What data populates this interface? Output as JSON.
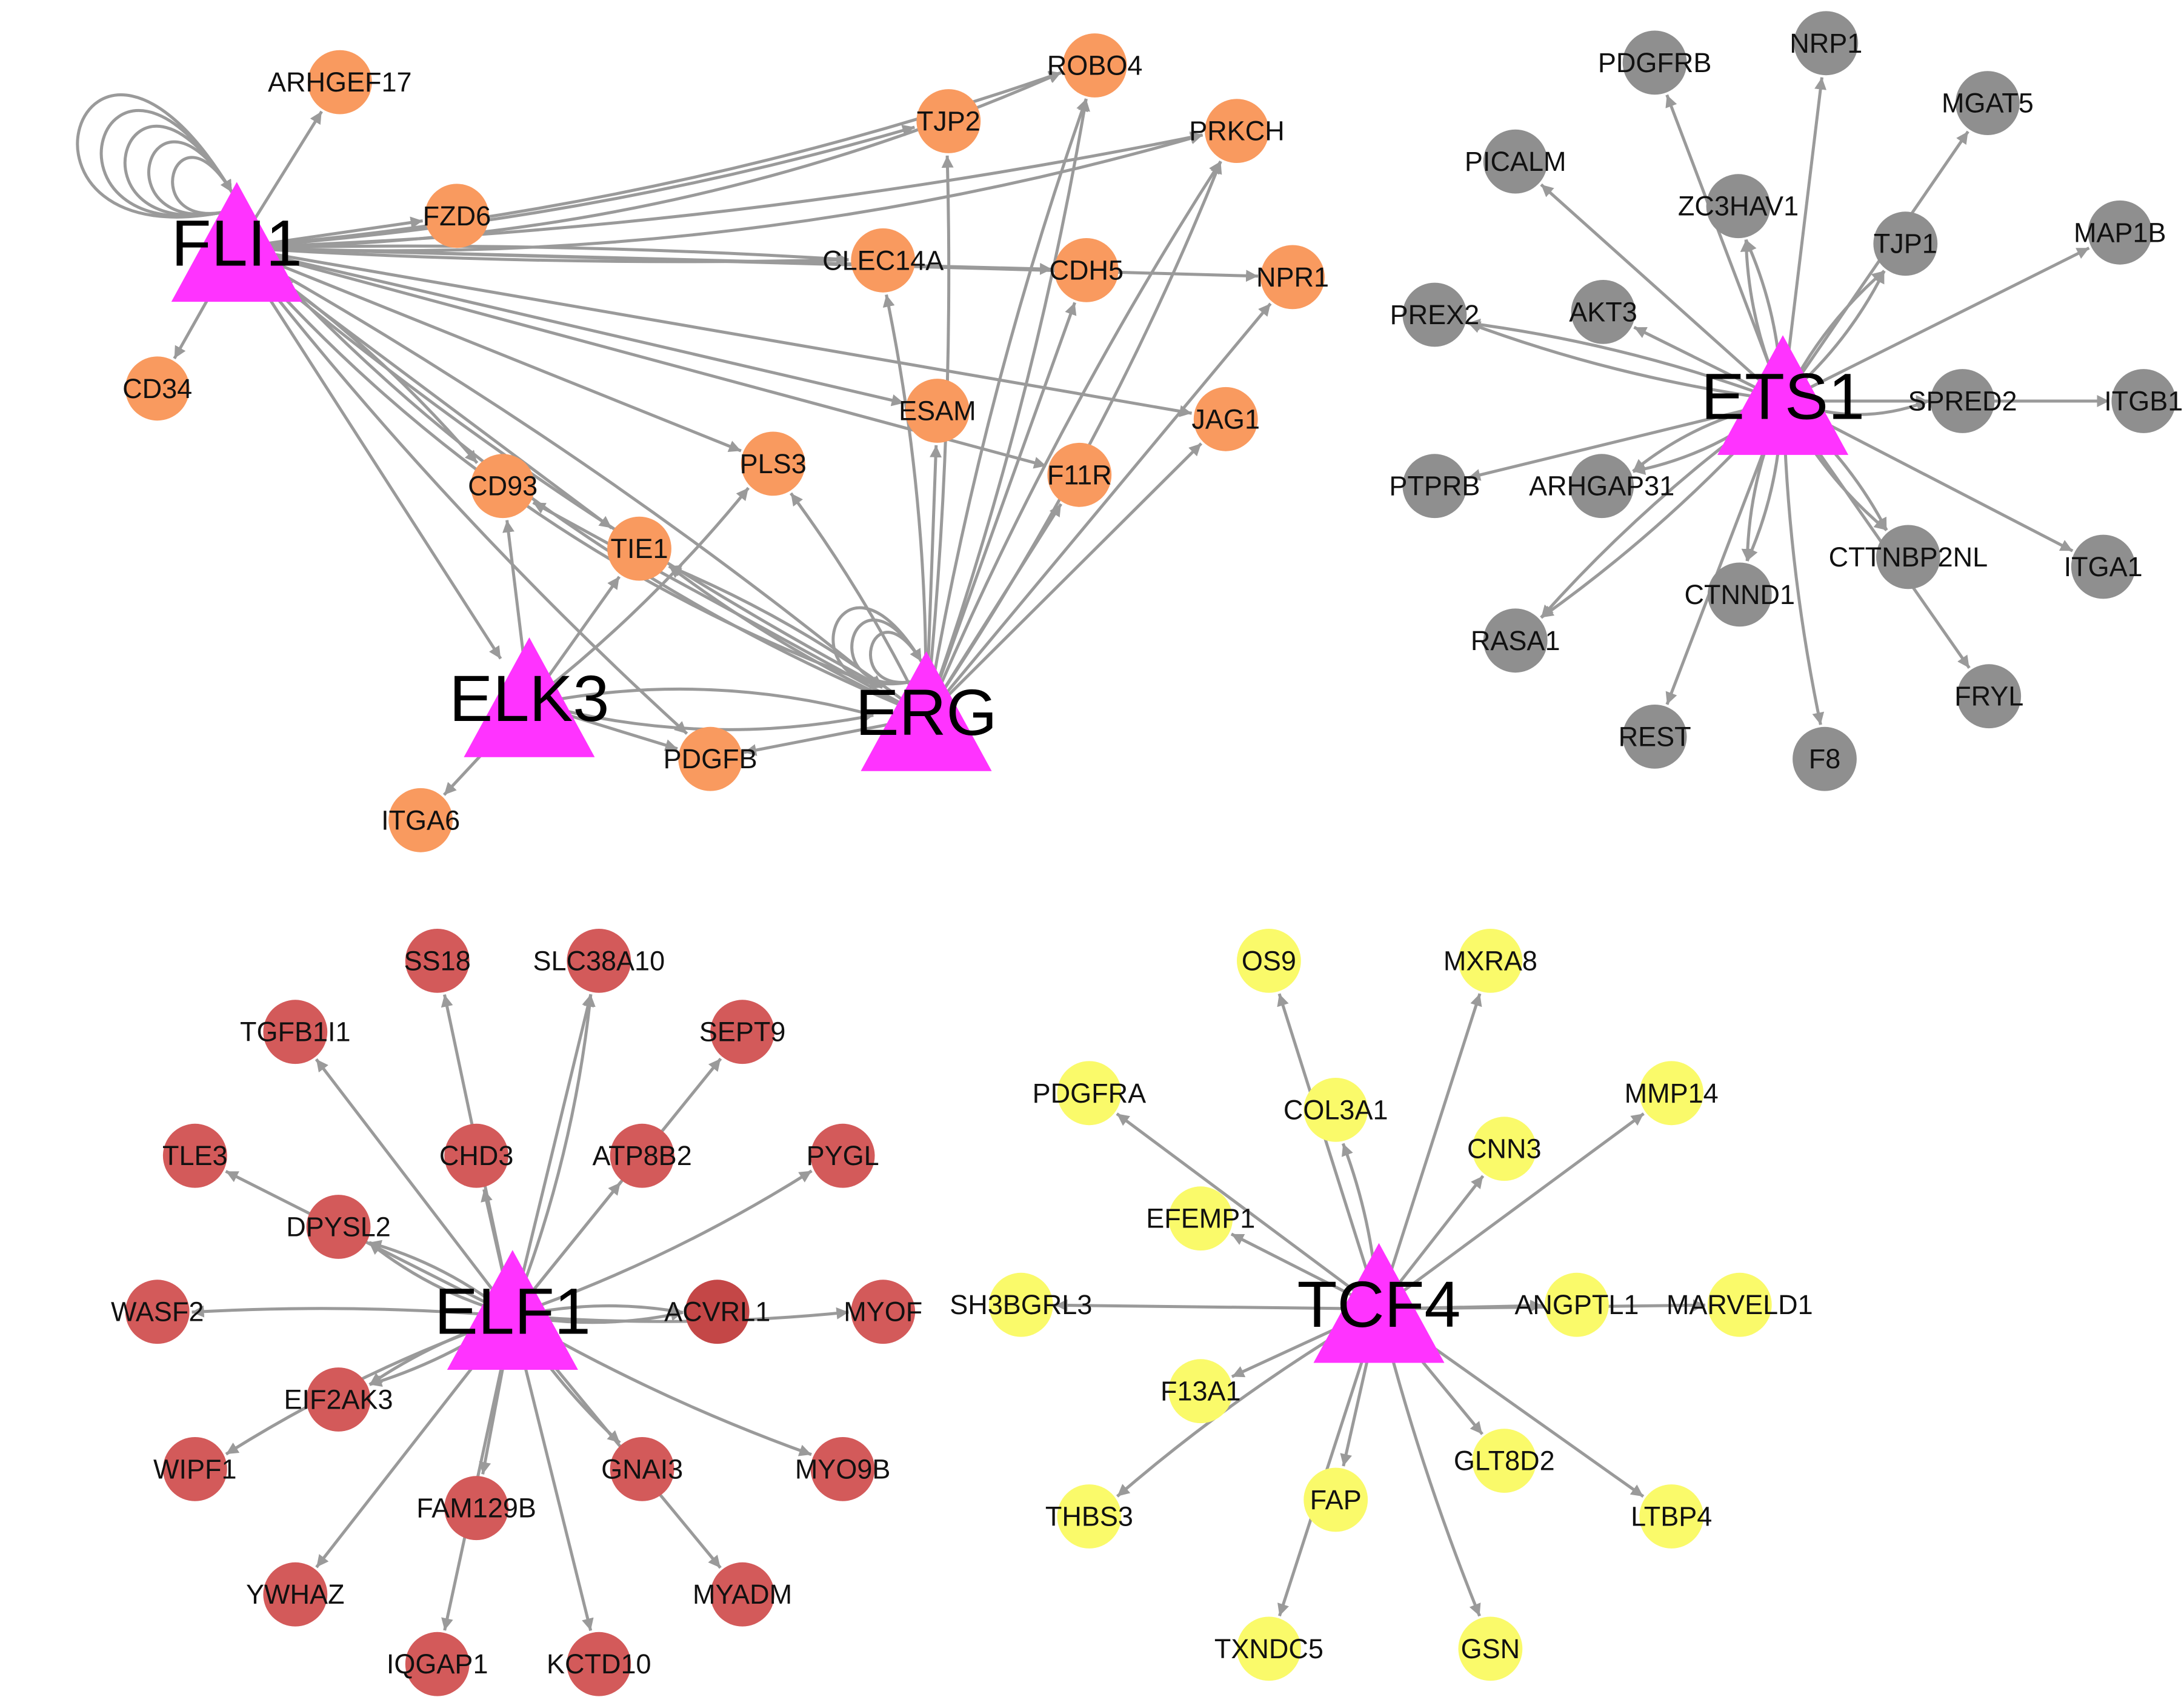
{
  "colors": {
    "hub": "#ff33ff",
    "edge": "#9a9a9a",
    "orange": "#f99a5f",
    "gray": "#8f8f8f",
    "red": "#d35a5a",
    "red_dark": "#c44747",
    "yellow": "#fafa6a"
  },
  "hub_icon": "triangle-icon",
  "node_icon": "circle-icon",
  "modules": [
    {
      "name": "module-fli1-elk3-erg",
      "color_key": "orange",
      "hubs": [
        "FLI1",
        "ELK3",
        "ERG"
      ],
      "targets": [
        "ARHGEF17",
        "ROBO4",
        "TJP2",
        "PRKCH",
        "FZD6",
        "CLEC14A",
        "CDH5",
        "NPR1",
        "CD34",
        "ESAM",
        "JAG1",
        "PLS3",
        "CD93",
        "F11R",
        "TIE1",
        "PDGFB",
        "ITGA6"
      ]
    },
    {
      "name": "module-ets1",
      "color_key": "gray",
      "hubs": [
        "ETS1"
      ],
      "targets": [
        "PDGFRB",
        "NRP1",
        "MGAT5",
        "PICALM",
        "ZC3HAV1",
        "TJP1",
        "MAP1B",
        "PREX2",
        "AKT3",
        "SPRED2",
        "ITGB1",
        "PTPRB",
        "ARHGAP31",
        "CTTNBP2NL",
        "ITGA1",
        "CTNND1",
        "RASA1",
        "FRYL",
        "REST",
        "F8"
      ]
    },
    {
      "name": "module-elf1",
      "color_key": "red",
      "hubs": [
        "ELF1"
      ],
      "targets": [
        "SS18",
        "SLC38A10",
        "TGFB1I1",
        "SEPT9",
        "CHD3",
        "TLE3",
        "ATP8B2",
        "PYGL",
        "DPYSL2",
        "WASF2",
        "ACVRL1",
        "MYOF",
        "EIF2AK3",
        "WIPF1",
        "GNAI3",
        "MYO9B",
        "FAM129B",
        "YWHAZ",
        "MYADM",
        "IQGAP1",
        "KCTD10"
      ]
    },
    {
      "name": "module-tcf4",
      "color_key": "yellow",
      "hubs": [
        "TCF4"
      ],
      "targets": [
        "OS9",
        "MXRA8",
        "PDGFRA",
        "COL3A1",
        "MMP14",
        "CNN3",
        "EFEMP1",
        "SH3BGRL3",
        "ANGPTL1",
        "MARVELD1",
        "F13A1",
        "GLT8D2",
        "THBS3",
        "FAP",
        "LTBP4",
        "TXNDC5",
        "GSN"
      ]
    }
  ]
}
